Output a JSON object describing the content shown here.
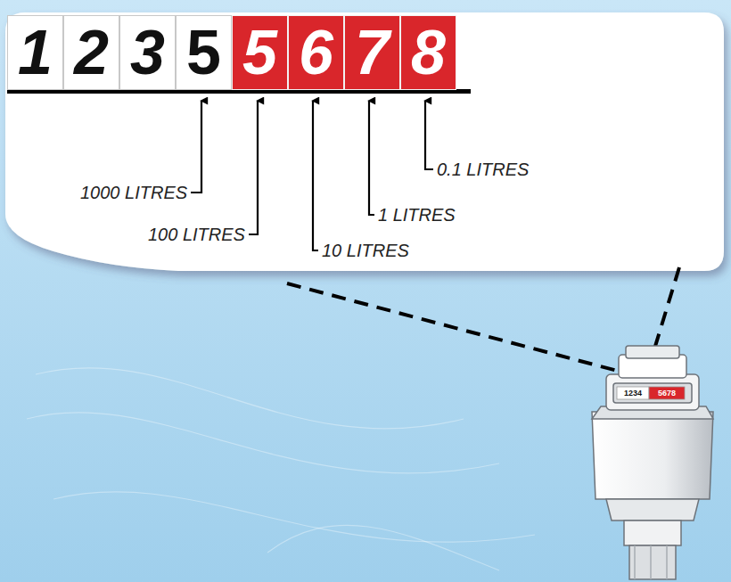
{
  "diagram": {
    "nodes": [
      {
        "text": [
          "1"
        ]
      },
      {
        "text": [
          "2"
        ]
      },
      {
        "text": [
          "3"
        ]
      },
      {
        "text": [
          "5"
        ]
      },
      {
        "text": [
          "5"
        ]
      },
      {
        "text": [
          "6"
        ]
      },
      {
        "text": [
          "7"
        ]
      },
      {
        "text": [
          "8"
        ]
      }
    ],
    "labels": [
      "1000 LITRES",
      "100 LITRES",
      "10 LITRES",
      "1 LITRES",
      "0.1 LITRES",
      "1234",
      "5678"
    ]
  }
}
